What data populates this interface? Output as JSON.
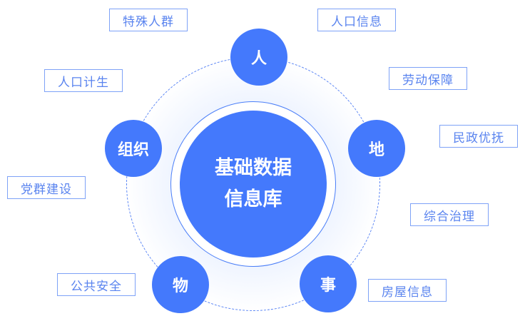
{
  "center": {
    "line1": "基础数据",
    "line2": "信息库"
  },
  "nodes": [
    "人",
    "地",
    "事",
    "物",
    "组织"
  ],
  "tags": [
    "特殊人群",
    "人口信息",
    "人口计生",
    "劳动保障",
    "民政优抚",
    "党群建设",
    "综合治理",
    "公共安全",
    "房屋信息"
  ],
  "colors": {
    "primary": "#4479fc",
    "tag_text": "#5a84ef"
  }
}
